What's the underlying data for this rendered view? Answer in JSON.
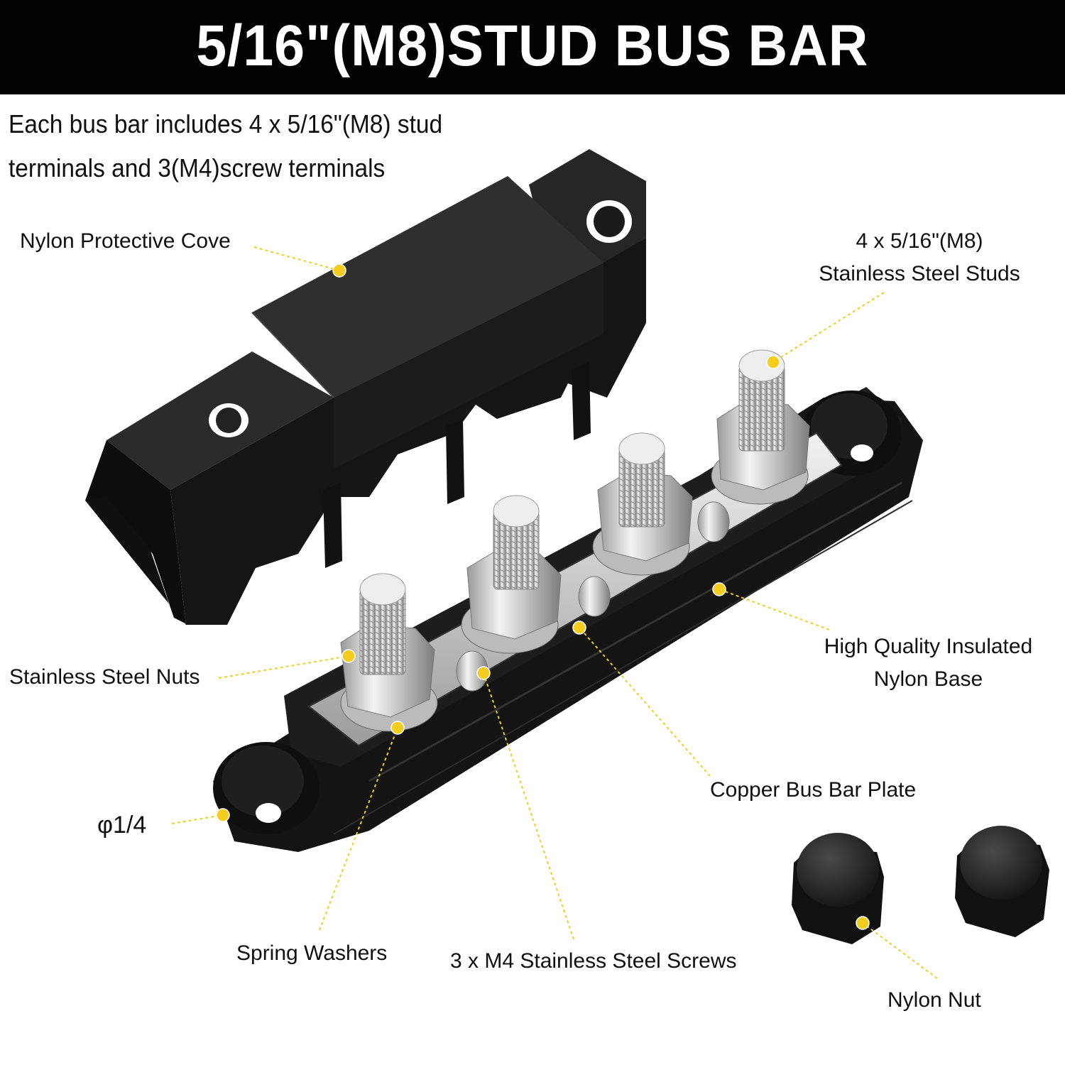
{
  "header": {
    "title": "5/16\"(M8)STUD BUS BAR",
    "background_color": "#020202",
    "text_color": "#ffffff"
  },
  "intro": {
    "line1": "Each bus bar includes 4 x 5/16\"(M8) stud",
    "line2": "terminals and 3(M4)screw terminals"
  },
  "callouts": {
    "marker_color": "#f5cd1e",
    "items": [
      {
        "id": "cover",
        "label": "Nylon Protective Cove"
      },
      {
        "id": "studs",
        "line1": "4 x 5/16\"(M8)",
        "line2": "Stainless Steel Studs"
      },
      {
        "id": "nuts",
        "label": "Stainless Steel Nuts"
      },
      {
        "id": "base",
        "line1": "High Quality Insulated",
        "line2": "Nylon Base"
      },
      {
        "id": "hole",
        "label": "φ1/4"
      },
      {
        "id": "plate",
        "label": "Copper Bus Bar Plate"
      },
      {
        "id": "washers",
        "label": "Spring Washers"
      },
      {
        "id": "screws",
        "label": "3 x M4 Stainless Steel Screws"
      },
      {
        "id": "nylon-nut",
        "label": "Nylon Nut"
      }
    ]
  },
  "product": {
    "stud_count": 4,
    "screw_terminal_count": 3,
    "nylon_nut_count": 2,
    "body_color": "#1b1b1b",
    "metal_color": "#d9d9d9"
  }
}
